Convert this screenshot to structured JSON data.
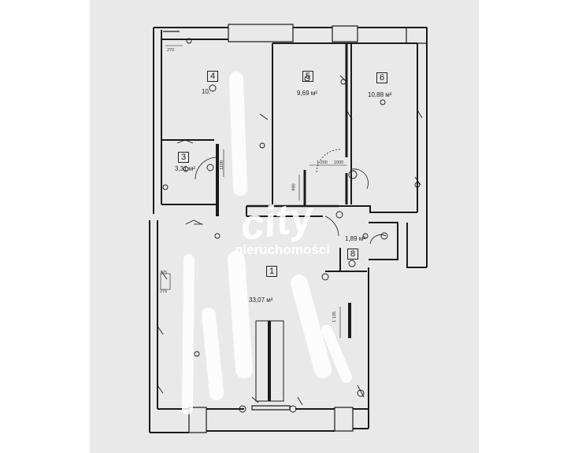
{
  "plan": {
    "rooms": [
      {
        "id": "room-1",
        "number": "1",
        "area": "33,07 м²"
      },
      {
        "id": "room-3",
        "number": "3",
        "area": "3,31 м²"
      },
      {
        "id": "room-4",
        "number": "4",
        "area": "10,"
      },
      {
        "id": "room-5",
        "number": "5",
        "area": "9,69 м²"
      },
      {
        "id": "room-6",
        "number": "6",
        "area": "10,88 м²"
      },
      {
        "id": "room-7",
        "number": "",
        "area": "1,89 м²"
      },
      {
        "id": "room-8",
        "number": "8",
        "area": ""
      }
    ],
    "dimensions": {
      "d270_top": "270",
      "d1200": "1 200",
      "d1000": "1000",
      "d990": "990",
      "d1100": "1100",
      "d275a": "275",
      "d275b": "275",
      "d1135": "1 135"
    },
    "watermark": {
      "logo": "city",
      "text": "nieruchomości"
    },
    "colors": {
      "paper": "#e9e9ea",
      "walls": "#1a1a1a",
      "watermark": "#ffffff"
    }
  }
}
